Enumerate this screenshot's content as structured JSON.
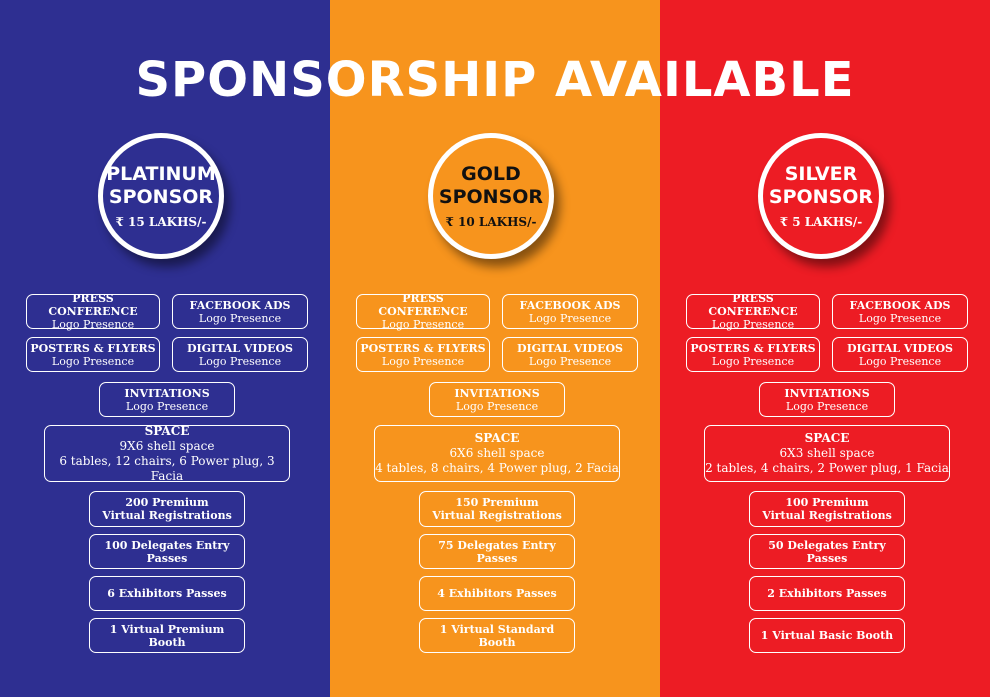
{
  "title": "SPONSORSHIP AVAILABLE",
  "colors": {
    "platinum": "#2e2f91",
    "gold": "#f7941d",
    "silver": "#ed1c24",
    "white": "#ffffff"
  },
  "tiers": [
    {
      "tier_line1": "PLATINUM",
      "tier_line2": "SPONSOR",
      "price": "₹ 15 LAKHS/-",
      "press_conference": {
        "title": "PRESS CONFERENCE",
        "sub": "Logo Presence"
      },
      "facebook_ads": {
        "title": "FACEBOOK ADS",
        "sub": "Logo Presence"
      },
      "posters_flyers": {
        "title": "POSTERS & FLYERS",
        "sub": "Logo Presence"
      },
      "digital_videos": {
        "title": "DIGITAL VIDEOS",
        "sub": "Logo Presence"
      },
      "invitations": {
        "title": "INVITATIONS",
        "sub": "Logo Presence"
      },
      "space": {
        "title": "SPACE",
        "size": "9X6 shell space",
        "details": "6 tables, 12 chairs, 6 Power plug, 3 Facia"
      },
      "virtual_reg_line1": "200 Premium",
      "virtual_reg_line2": "Virtual Registrations",
      "delegates": "100 Delegates Entry Passes",
      "exhibitors": "6 Exhibitors Passes",
      "booth": "1 Virtual Premium Booth"
    },
    {
      "tier_line1": "GOLD",
      "tier_line2": "SPONSOR",
      "price": "₹ 10 LAKHS/-",
      "press_conference": {
        "title": "PRESS CONFERENCE",
        "sub": "Logo Presence"
      },
      "facebook_ads": {
        "title": "FACEBOOK ADS",
        "sub": "Logo Presence"
      },
      "posters_flyers": {
        "title": "POSTERS & FLYERS",
        "sub": "Logo Presence"
      },
      "digital_videos": {
        "title": "DIGITAL VIDEOS",
        "sub": "Logo Presence"
      },
      "invitations": {
        "title": "INVITATIONS",
        "sub": "Logo Presence"
      },
      "space": {
        "title": "SPACE",
        "size": "6X6 shell space",
        "details": "4 tables, 8 chairs, 4 Power plug, 2 Facia"
      },
      "virtual_reg_line1": "150 Premium",
      "virtual_reg_line2": "Virtual Registrations",
      "delegates": "75 Delegates Entry Passes",
      "exhibitors": "4 Exhibitors Passes",
      "booth": "1 Virtual Standard Booth"
    },
    {
      "tier_line1": "SILVER",
      "tier_line2": "SPONSOR",
      "price": "₹ 5 LAKHS/-",
      "press_conference": {
        "title": "PRESS CONFERENCE",
        "sub": "Logo Presence"
      },
      "facebook_ads": {
        "title": "FACEBOOK ADS",
        "sub": "Logo Presence"
      },
      "posters_flyers": {
        "title": "POSTERS & FLYERS",
        "sub": "Logo Presence"
      },
      "digital_videos": {
        "title": "DIGITAL VIDEOS",
        "sub": "Logo Presence"
      },
      "invitations": {
        "title": "INVITATIONS",
        "sub": "Logo Presence"
      },
      "space": {
        "title": "SPACE",
        "size": "6X3 shell space",
        "details": "2 tables, 4 chairs, 2 Power plug, 1 Facia"
      },
      "virtual_reg_line1": "100 Premium",
      "virtual_reg_line2": "Virtual Registrations",
      "delegates": "50 Delegates Entry Passes",
      "exhibitors": "2 Exhibitors Passes",
      "booth": "1 Virtual Basic Booth"
    }
  ]
}
